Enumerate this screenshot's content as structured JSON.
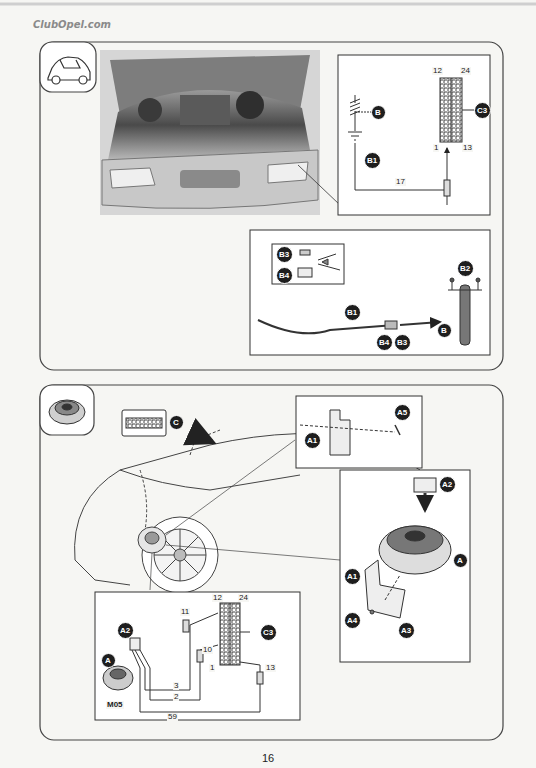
{
  "diagram": {
    "nodes": [
      {
        "text": [
          "B"
        ]
      },
      {
        "text": [
          "B1"
        ]
      },
      {
        "text": [
          "C3"
        ]
      },
      {
        "text": [
          "B3"
        ]
      },
      {
        "text": [
          "B4"
        ]
      },
      {
        "text": [
          "B1"
        ]
      },
      {
        "text": [
          "B2"
        ]
      },
      {
        "text": [
          "B"
        ]
      },
      {
        "text": [
          "B4"
        ]
      },
      {
        "text": [
          "B3"
        ]
      },
      {
        "text": [
          "C"
        ]
      },
      {
        "text": [
          "A5"
        ]
      },
      {
        "text": [
          "A1"
        ]
      },
      {
        "text": [
          "A2"
        ]
      },
      {
        "text": [
          "A"
        ]
      },
      {
        "text": [
          "A1"
        ]
      },
      {
        "text": [
          "A4"
        ]
      },
      {
        "text": [
          "A3"
        ]
      },
      {
        "text": [
          "C3"
        ]
      },
      {
        "text": [
          "A2"
        ]
      },
      {
        "text": [
          "A"
        ]
      }
    ],
    "labels": [
      "ClubOpel.com",
      "12",
      "24",
      "1",
      "13",
      "17",
      "11",
      "12",
      "24",
      "10",
      "1",
      "13",
      "3",
      "2",
      "59",
      "M05",
      "16"
    ]
  }
}
